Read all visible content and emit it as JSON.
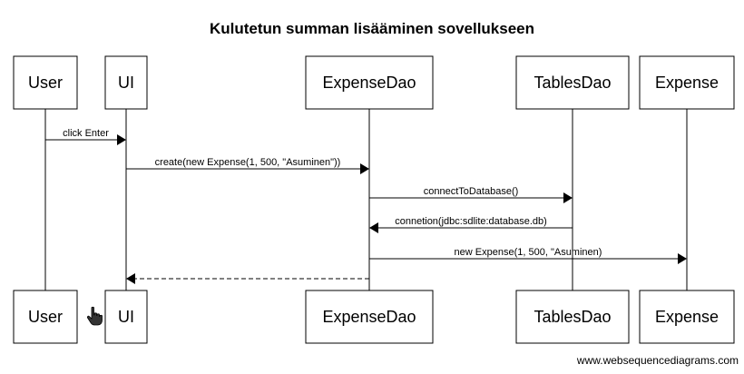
{
  "diagram": {
    "title": "Kulutetun summan lisääminen sovellukseen",
    "watermark": "www.websequencediagrams.com",
    "participants": [
      {
        "id": "user",
        "label": "User"
      },
      {
        "id": "ui",
        "label": "UI"
      },
      {
        "id": "expensedao",
        "label": "ExpenseDao"
      },
      {
        "id": "tablesdao",
        "label": "TablesDao"
      },
      {
        "id": "expense",
        "label": "Expense"
      }
    ],
    "messages": [
      {
        "from": "user",
        "to": "ui",
        "label": "click Enter",
        "style": "solid"
      },
      {
        "from": "ui",
        "to": "expensedao",
        "label": "create(new Expense(1, 500, \"Asuminen\"))",
        "style": "solid"
      },
      {
        "from": "expensedao",
        "to": "tablesdao",
        "label": "connectToDatabase()",
        "style": "solid"
      },
      {
        "from": "tablesdao",
        "to": "expensedao",
        "label": "connetion(jdbc:sdlite:database.db)",
        "style": "solid"
      },
      {
        "from": "expensedao",
        "to": "expense",
        "label": "new Expense(1, 500, \"Asuminen)",
        "style": "solid"
      },
      {
        "from": "expensedao",
        "to": "ui",
        "label": "",
        "style": "dashed"
      }
    ],
    "cursor_icon": "hand-pointer-icon"
  }
}
